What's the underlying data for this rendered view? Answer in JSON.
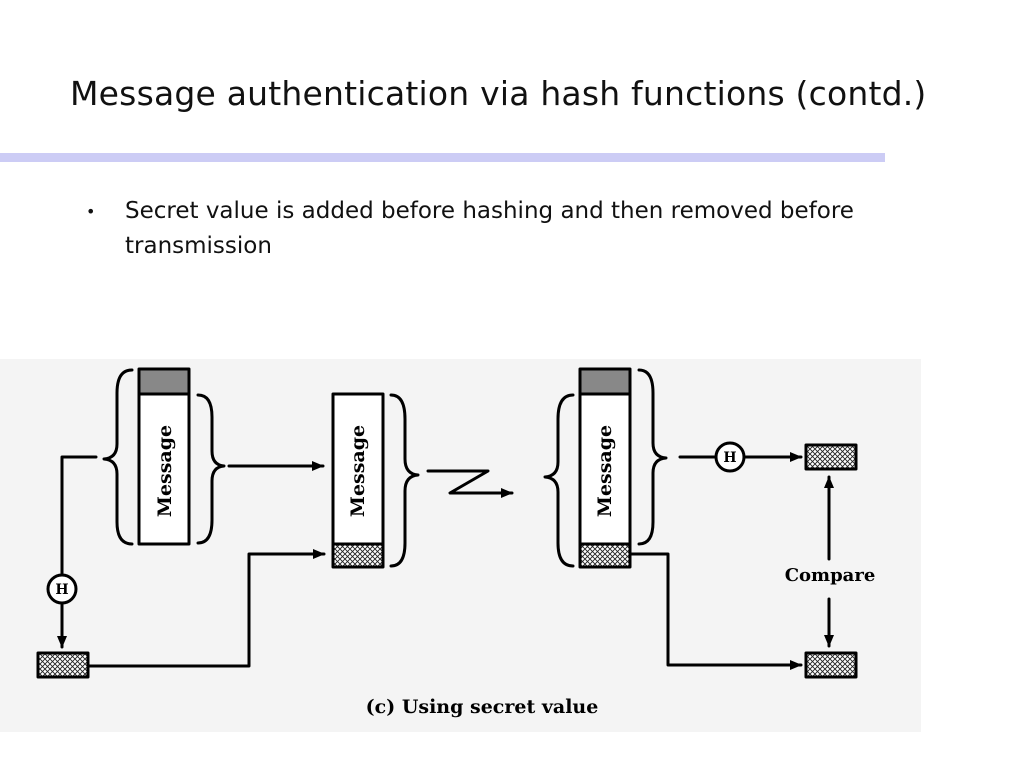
{
  "slide": {
    "title": "Message authentication via hash functions (contd.)",
    "bullets": [
      "Secret value is added before hashing and then removed before transmission"
    ]
  },
  "diagram": {
    "message_label": "Message",
    "hash_label": "H",
    "compare_label": "Compare",
    "caption": "(c) Using secret value"
  }
}
